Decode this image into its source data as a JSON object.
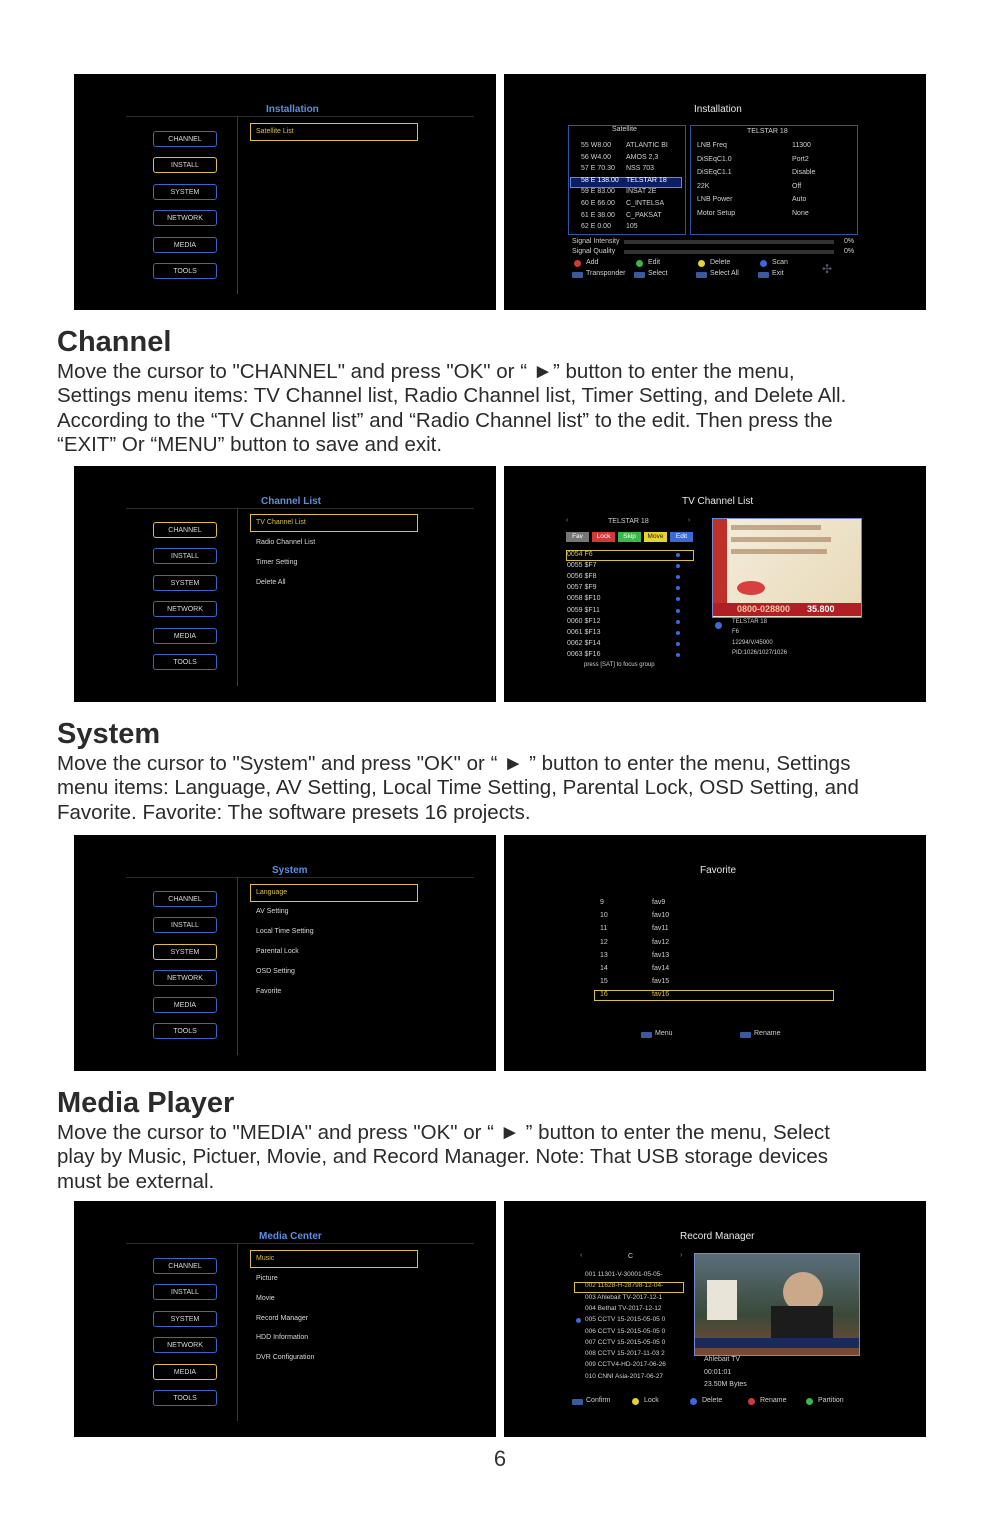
{
  "menu_items": [
    "CHANNEL",
    "INSTALL",
    "SYSTEM",
    "NETWORK",
    "MEDIA",
    "TOOLS"
  ],
  "installation_left": {
    "title": "Installation",
    "submenu": [
      "Satellite List"
    ]
  },
  "installation_right": {
    "title": "Installation",
    "satellite_header": "Satellite",
    "satellites": [
      {
        "pos": "55 W8.00",
        "name": "ATLANTIC BI"
      },
      {
        "pos": "56 W4.00",
        "name": "AMOS 2,3"
      },
      {
        "pos": "57 E 70.30",
        "name": "NSS 703"
      },
      {
        "pos": "58 E 138.00",
        "name": "TELSTAR 18"
      },
      {
        "pos": "59 E 83.00",
        "name": "INSAT 2E"
      },
      {
        "pos": "60 E 66.00",
        "name": "C_INTELSA"
      },
      {
        "pos": "61 E 38.00",
        "name": "C_PAKSAT"
      },
      {
        "pos": "62 E 0.00",
        "name": "105"
      }
    ],
    "detail_title": "TELSTAR 18",
    "details": [
      {
        "label": "LNB Freq",
        "value": "11300"
      },
      {
        "label": "DiSEqC1.0",
        "value": "Port2"
      },
      {
        "label": "DiSEqC1.1",
        "value": "Disable"
      },
      {
        "label": "22K",
        "value": "Off"
      },
      {
        "label": "LNB Power",
        "value": "Auto"
      },
      {
        "label": "Motor Setup",
        "value": "None"
      }
    ],
    "signal_intensity_label": "Signal Intensity",
    "signal_quality_label": "Signal Quality",
    "signal_intensity_value": "0%",
    "signal_quality_value": "0%",
    "signal_intensity_level": 0,
    "signal_quality_level": 0,
    "keys": [
      "Add",
      "Edit",
      "Delete",
      "Scan"
    ],
    "keys2": [
      "Transponder",
      "Select",
      "Select All",
      "Exit"
    ]
  },
  "channel_section": {
    "heading": "Channel",
    "lines": [
      "Move the cursor to \"CHANNEL\" and press \"OK\" or “ ►” button to enter the menu,",
      "Settings menu items: TV Channel list,  Radio Channel list, Timer Setting, and Delete All.",
      "According to the “TV Channel list” and “Radio Channel list” to the edit. Then press the",
      " “EXIT” Or “MENU”  button to save and exit."
    ]
  },
  "channel_list_left": {
    "title": "Channel List",
    "submenu": [
      "TV Channel List",
      "Radio Channel List",
      "Timer Setting",
      "Delete All"
    ]
  },
  "tv_channel_list": {
    "title": "TV Channel List",
    "satellite": "TELSTAR 18",
    "tabs": [
      "Fav",
      "Lock",
      "Skip",
      "Move",
      "Edit"
    ],
    "channels": [
      "0054 F6",
      "0055 $F7",
      "0056 $F8",
      "0057 $F9",
      "0058 $F10",
      "0059 $F11",
      "0060 $F12",
      "0061 $F13",
      "0062 $F14",
      "0063 $F16"
    ],
    "info": [
      "TELSTAR 18",
      "F6",
      "12294/V/45000",
      "PID:1026/1027/1026"
    ],
    "hint": "press [SAT] to focus group",
    "preview_phone": "0800-028800",
    "preview_price": "35.800"
  },
  "system_section": {
    "heading": "System",
    "lines": [
      "Move the cursor to \"System\" and press \"OK\" or “ ► ” button to enter the menu, Settings",
      "menu items: Language, AV Setting, Local Time Setting, Parental Lock, OSD Setting, and",
      "Favorite.  Favorite: The software presets 16 projects."
    ]
  },
  "system_left": {
    "title": "System",
    "submenu": [
      "Language",
      "AV Setting",
      "Local Time Setting",
      "Parental Lock",
      "OSD Setting",
      "Favorite"
    ]
  },
  "favorite": {
    "title": "Favorite",
    "rows": [
      {
        "num": "9",
        "name": "fav9"
      },
      {
        "num": "10",
        "name": "fav10"
      },
      {
        "num": "11",
        "name": "fav11"
      },
      {
        "num": "12",
        "name": "fav12"
      },
      {
        "num": "13",
        "name": "fav13"
      },
      {
        "num": "14",
        "name": "fav14"
      },
      {
        "num": "15",
        "name": "fav15"
      },
      {
        "num": "16",
        "name": "fav16"
      }
    ],
    "keys": [
      "Menu",
      "Rename"
    ]
  },
  "media_section": {
    "heading": "Media Player",
    "lines": [
      "Move the cursor to \"MEDIA\" and press \"OK\" or “ ► ” button to enter the menu, Select",
      "play by Music, Pictuer, Movie, and Record Manager. Note: That USB storage devices",
      "must be external."
    ]
  },
  "media_left": {
    "title": "Media Center",
    "submenu": [
      "Music",
      "Picture",
      "Movie",
      "Record Manager",
      "HDD Information",
      "DVR Configuration"
    ]
  },
  "record_manager": {
    "title": "Record Manager",
    "drive": "C",
    "records": [
      "001 11301-V-30001-05-05-",
      "002 11628-H-28798-12-04-",
      "003 Ahlebait TV-2017-12-1",
      "004 Bethat TV-2017-12-12",
      "005 CCTV 15-2015-05-05 0",
      "006 CCTV 15-2015-05-05 0",
      "007 CCTV 15-2015-05-05 0",
      "008 CCTV 15-2017-11-03 2",
      "009 CCTV4-HD-2017-06-26",
      "010 CNNI Asia-2017-06-27"
    ],
    "info": [
      "Ahlebait TV",
      "00:01:01",
      "23.50M Bytes"
    ],
    "keys": [
      "Confirm",
      "Lock",
      "Delete",
      "Rename",
      "Partition"
    ]
  },
  "page_number": "6"
}
